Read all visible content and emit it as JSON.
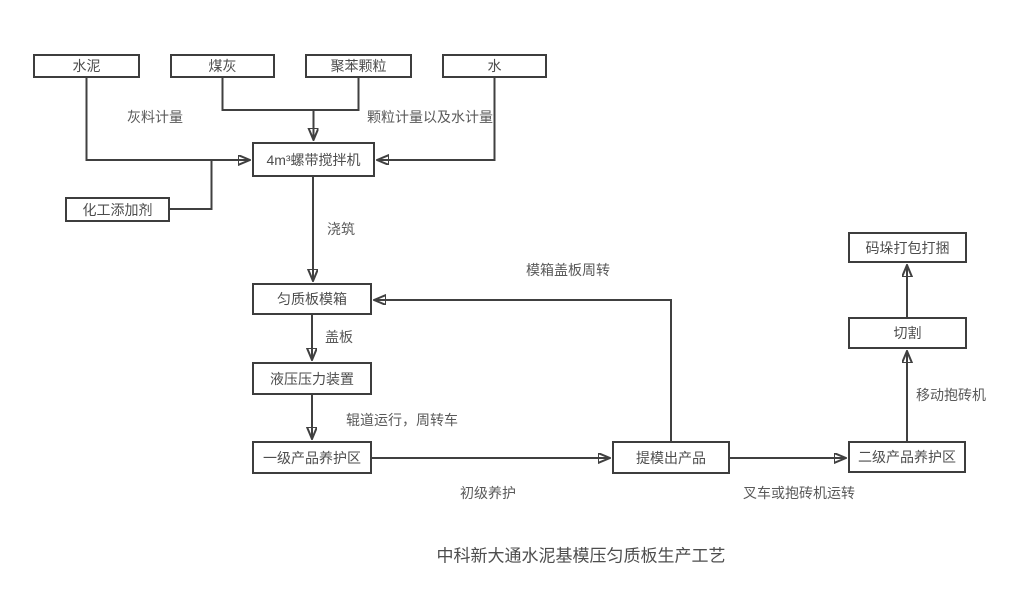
{
  "title": "中科新大通水泥基模压匀质板生产工艺",
  "nodes": {
    "cement": {
      "label": "水泥"
    },
    "coal_ash": {
      "label": "煤灰"
    },
    "eps": {
      "label": "聚苯颗粒"
    },
    "water": {
      "label": "水"
    },
    "mixer": {
      "label": "4m³螺带搅拌机"
    },
    "additive": {
      "label": "化工添加剂"
    },
    "mold_box": {
      "label": "匀质板模箱"
    },
    "hydraulic": {
      "label": "液压压力装置"
    },
    "curing1": {
      "label": "一级产品养护区"
    },
    "demold": {
      "label": "提模出产品"
    },
    "curing2": {
      "label": "二级产品养护区"
    },
    "cutting": {
      "label": "切割"
    },
    "stacking": {
      "label": "码垛打包打捆"
    }
  },
  "edge_labels": {
    "ash_metering": "灰料计量",
    "particle_water_metering": "颗粒计量以及水计量",
    "pouring": "浇筑",
    "mold_cover_cycle": "模箱盖板周转",
    "cover": "盖板",
    "roller_transfer": "辊道运行，周转车",
    "primary_curing": "初级养护",
    "forklift_transfer": "叉车或抱砖机运转",
    "mobile_brick_machine": "移动抱砖机"
  },
  "colors": {
    "line": "#404040",
    "node_border": "#3d3d3d",
    "node_text": "#4d4d4d",
    "label_text": "#595959",
    "background": "#ffffff"
  }
}
